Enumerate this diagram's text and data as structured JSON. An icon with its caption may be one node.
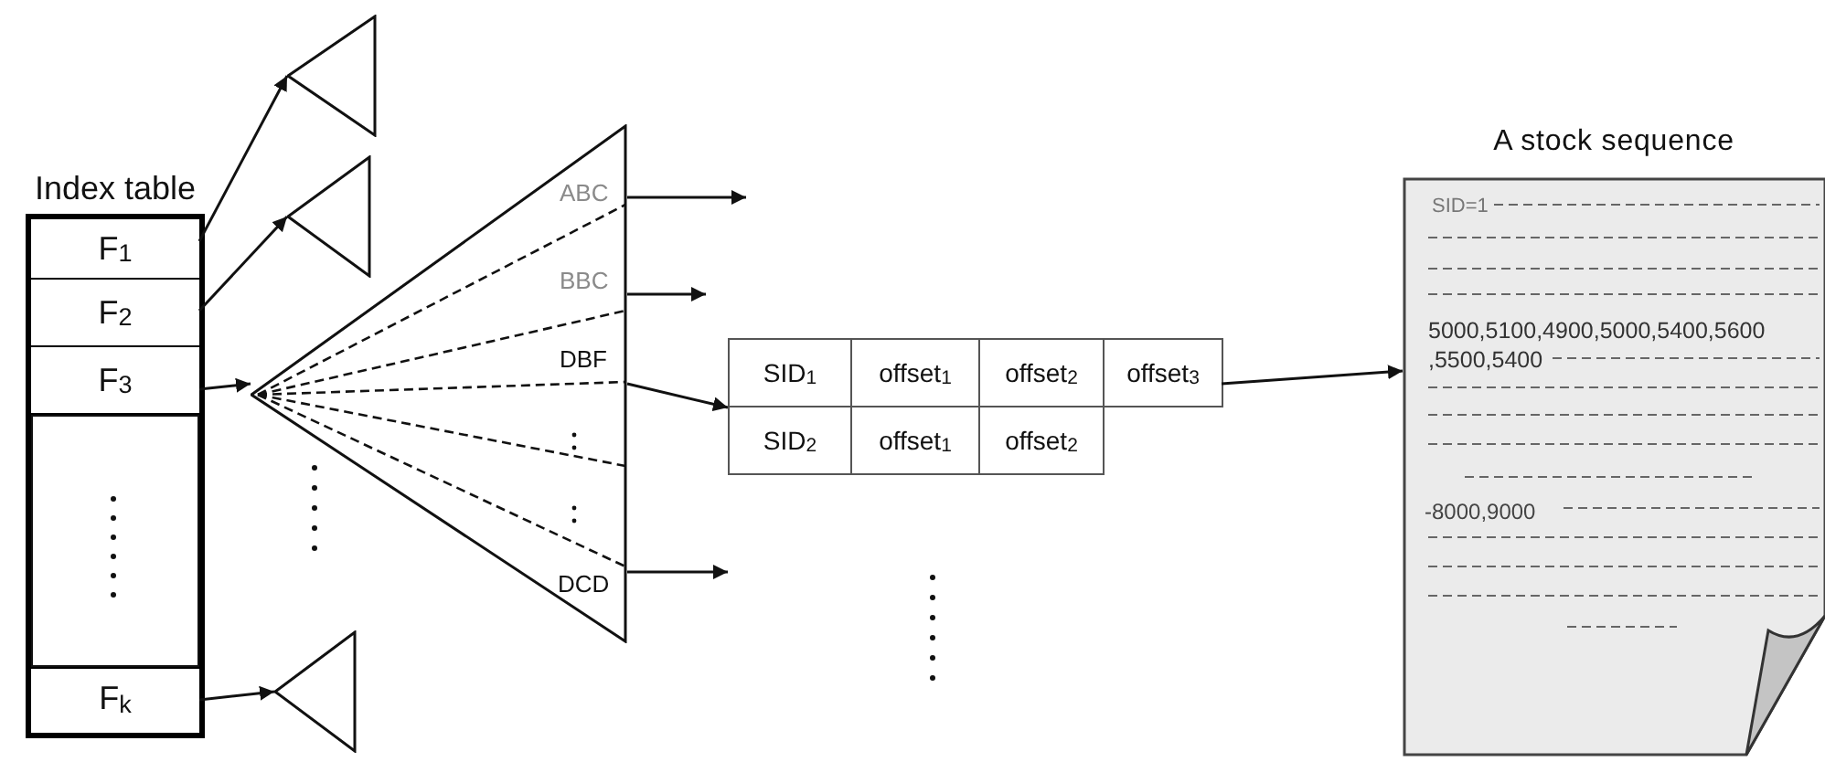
{
  "diagram": {
    "nodes": [
      {
        "text": [
          "Index table"
        ]
      },
      {
        "text": [
          "F$_{1}$"
        ],
        "in": 0
      },
      {
        "text": [
          "F$_{2}$"
        ],
        "in": 0
      },
      {
        "text": [
          "F$_{3}$"
        ],
        "in": 0
      },
      {
        "text": [],
        "shape": "box",
        "in": 0
      },
      {
        "text": [
          "F$_{k}$"
        ],
        "in": 0
      },
      {
        "text": [],
        "shape": "triangle"
      },
      {
        "text": [],
        "shape": "triangle"
      },
      {
        "text": [
          "ABC",
          "BBC",
          "DBF",
          "DCD"
        ]
      },
      {
        "text": [],
        "shape": "triangle"
      },
      {
        "text": [
          "SID$_{1}$",
          "offset$_{1}$",
          "offset$_{2}$",
          "offset$_{3}$",
          "SID$_{2}$",
          "offset$_{1}$",
          "offset$_{2}$"
        ]
      },
      {
        "text": [
          "A stock sequence",
          "SID=1",
          "5000,5100,4900,5000,5400,5600 ,5500,5400",
          "-8000,9000"
        ]
      }
    ],
    "edges": [
      {
        "from": 1,
        "to": 6,
        "arrow": "to"
      },
      {
        "from": 2,
        "to": 7,
        "arrow": "to"
      },
      {
        "from": 3,
        "to": 8,
        "arrow": "to"
      },
      {
        "from": 5,
        "to": 9,
        "arrow": "to"
      },
      {
        "from": 8,
        "to": null,
        "arrow": "to"
      },
      {
        "from": 8,
        "to": null,
        "arrow": "to"
      },
      {
        "from": 8,
        "to": 10,
        "arrow": "to"
      },
      {
        "from": 8,
        "to": null,
        "arrow": "to"
      },
      {
        "from": 10,
        "to": 11,
        "arrow": "to"
      }
    ]
  }
}
